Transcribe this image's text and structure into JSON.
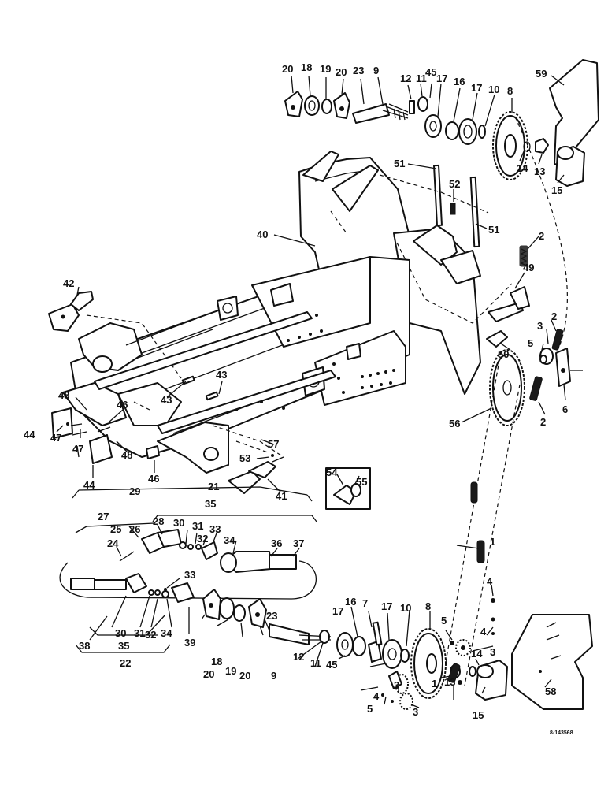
{
  "figure": {
    "drawing_code": "8-143568",
    "callouts": [
      "20",
      "18",
      "19",
      "20",
      "23",
      "9",
      "12",
      "11",
      "45",
      "17",
      "16",
      "17",
      "10",
      "8",
      "59",
      "14",
      "13",
      "15",
      "51",
      "52",
      "51",
      "2",
      "40",
      "49",
      "42",
      "3",
      "2",
      "5",
      "50",
      "6",
      "43",
      "43",
      "48",
      "46",
      "56",
      "2",
      "44",
      "47",
      "47",
      "48",
      "44",
      "46",
      "57",
      "53",
      "21",
      "41",
      "29",
      "35",
      "54",
      "55",
      "27",
      "25",
      "26",
      "28",
      "30",
      "31",
      "32",
      "33",
      "34",
      "36",
      "37",
      "24",
      "1",
      "33",
      "4",
      "30",
      "31",
      "32",
      "34",
      "38",
      "35",
      "22",
      "39",
      "20",
      "18",
      "19",
      "20",
      "23",
      "9",
      "12",
      "11",
      "45",
      "16",
      "17",
      "7",
      "17",
      "10",
      "8",
      "5",
      "4",
      "3",
      "58",
      "14",
      "13",
      "15",
      "1",
      "3",
      "4",
      "3",
      "5"
    ]
  }
}
